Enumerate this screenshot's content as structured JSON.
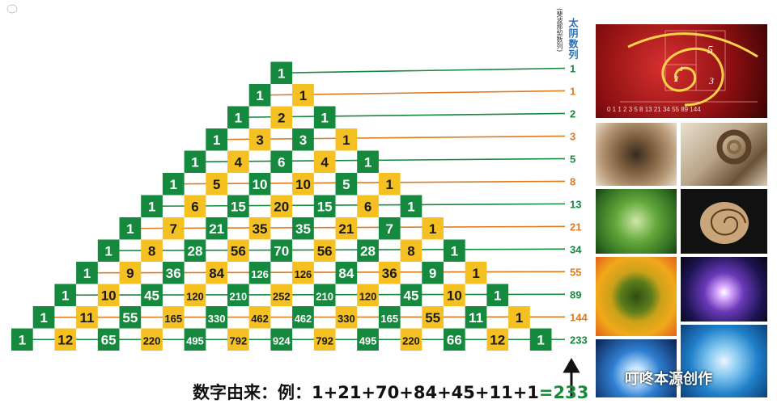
{
  "title": {
    "main": "太阴数列",
    "sub": "(斐波那契数列)"
  },
  "colors": {
    "green": "#15893d",
    "yellow": "#f5c022",
    "orange": "#e07a1f",
    "green_text": "#15893d",
    "orange_text": "#e07a1f"
  },
  "triangle_rows": [
    [
      1
    ],
    [
      1,
      1
    ],
    [
      1,
      2,
      1
    ],
    [
      1,
      3,
      3,
      1
    ],
    [
      1,
      4,
      6,
      4,
      1
    ],
    [
      1,
      5,
      10,
      10,
      5,
      1
    ],
    [
      1,
      6,
      15,
      20,
      15,
      6,
      1
    ],
    [
      1,
      7,
      21,
      35,
      35,
      21,
      7,
      1
    ],
    [
      1,
      8,
      28,
      56,
      70,
      56,
      28,
      8,
      1
    ],
    [
      1,
      9,
      36,
      84,
      126,
      126,
      84,
      36,
      9,
      1
    ],
    [
      1,
      10,
      45,
      120,
      210,
      252,
      210,
      120,
      45,
      10,
      1
    ],
    [
      1,
      11,
      55,
      165,
      330,
      462,
      462,
      330,
      165,
      55,
      11,
      1
    ],
    [
      1,
      12,
      65,
      220,
      495,
      792,
      924,
      792,
      495,
      220,
      66,
      12,
      1
    ]
  ],
  "fibonacci": [
    "1",
    "1",
    "2",
    "3",
    "5",
    "8",
    "13",
    "21",
    "34",
    "55",
    "89",
    "144",
    "233"
  ],
  "formula": {
    "prefix": "数字由来：例：1+21+70+84+45+11+1",
    "sum": "=233"
  },
  "watermark": "叮咚本源创作",
  "images": [
    {
      "name": "golden-spiral-photo",
      "fibonacci_caption": "0 1 1 2 3 5 8 13 21 34 55 89 144",
      "spiral_digits": [
        "5",
        "3",
        "2",
        "1"
      ]
    },
    {
      "name": "hair-whorl-photo"
    },
    {
      "name": "ram-horn-photo"
    },
    {
      "name": "aloe-spiral-photo"
    },
    {
      "name": "nautilus-shell-photo"
    },
    {
      "name": "sunflower-photo"
    },
    {
      "name": "galaxy-photo"
    },
    {
      "name": "light-burst-photo"
    },
    {
      "name": "water-vortex-photo"
    }
  ]
}
